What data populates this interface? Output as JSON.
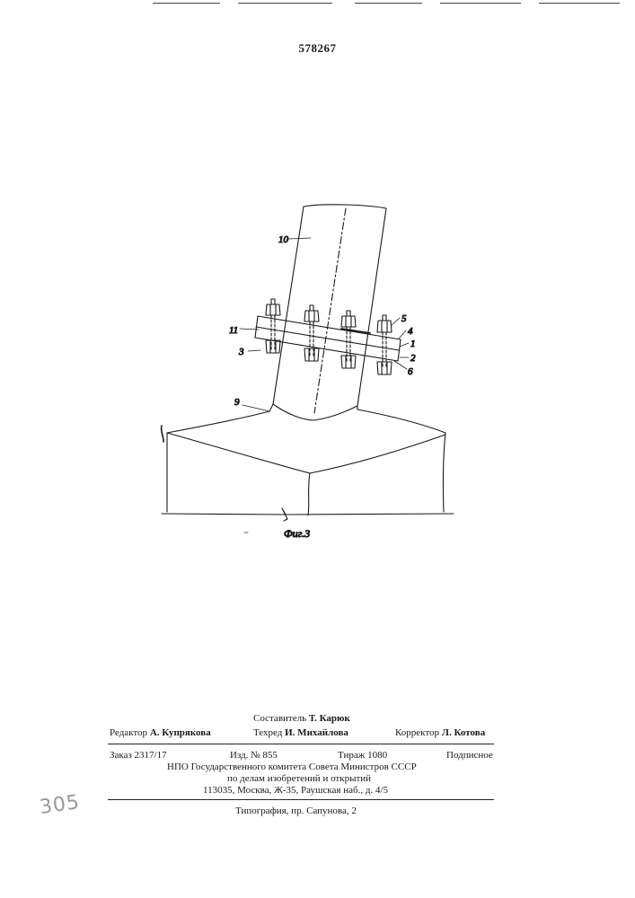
{
  "patent_number": "578267",
  "figure": {
    "caption": "Фиг.3",
    "labels": {
      "l10": "10",
      "l11": "11",
      "l3": "3",
      "l9": "9",
      "l5": "5",
      "l4": "4",
      "l1": "1",
      "l2": "2",
      "l6": "6"
    }
  },
  "imprint": {
    "compiler_role": "Составитель",
    "compiler_name": "Т. Карюк",
    "editor_role": "Редактор",
    "editor_name": "А. Купрякова",
    "techred_role": "Техред",
    "techred_name": "И. Михайлова",
    "corrector_role": "Корректор",
    "corrector_name": "Л. Котова",
    "order": "Заказ 2317/17",
    "edition": "Изд. № 855",
    "circulation": "Тираж 1080",
    "subscription": "Подписное",
    "org_line1": "НПО Государственного комитета Совета Министров СССР",
    "org_line2": "по делам изобретений и открытий",
    "address": "113035, Москва, Ж-35, Раушская наб., д. 4/5",
    "printer": "Типография, пр. Сапунова, 2"
  },
  "margin_mark": "305"
}
